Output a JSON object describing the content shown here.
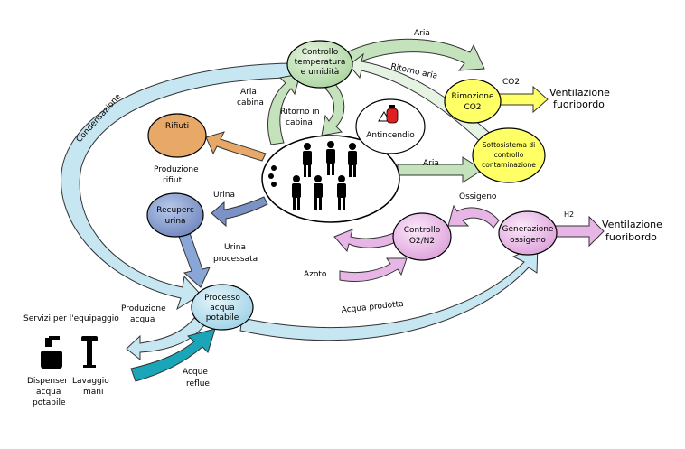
{
  "nodes": {
    "controllo_temperatura": [
      "Controllo",
      "temperatura",
      "e umidità"
    ],
    "rimozione_co2": [
      "Rimozione",
      "CO2"
    ],
    "sottosistema": [
      "Sottosistema di",
      "controllo",
      "contaminazione"
    ],
    "antincendio": "Antincendio",
    "rifiuti": "Rifiuti",
    "recupero_urina": [
      "Recuperc",
      "urina"
    ],
    "controllo_o2n2": [
      "Controllo",
      "O2/N2"
    ],
    "generazione_ossigeno": [
      "Generazione",
      "ossigeno"
    ],
    "processo_acqua": [
      "Processo",
      "acqua",
      "potabile"
    ]
  },
  "labels": {
    "aria_top": "Aria",
    "ritorno_aria": "Ritorno aria",
    "co2": "CO2",
    "ventilazione_1": [
      "Ventilazione",
      "fuoribordo"
    ],
    "aria_cabina": [
      "Aria",
      "cabina"
    ],
    "ritorno_cabina": [
      "Ritorno in",
      "cabina"
    ],
    "condensazione": "Condensazione",
    "produzione_rifiuti": [
      "Produzione",
      "rifiuti"
    ],
    "urina": "Urina",
    "urina_processata": [
      "Urina",
      "processata"
    ],
    "aria_mid": "Aria",
    "ossigeno": "Ossigeno",
    "h2": "H2",
    "ventilazione_2": [
      "Ventilazione",
      "fuoribordo"
    ],
    "azoto": "Azoto",
    "acqua_prodotta": "Acqua prodotta",
    "servizi": "Servizi per l'equipaggio",
    "produzione_acqua": [
      "Produzione",
      "acqua"
    ],
    "acque_reflue": [
      "Acque",
      "reflue"
    ],
    "dispenser": [
      "Dispenser",
      "acqua",
      "potabile"
    ],
    "lavaggio": [
      "Lavaggio",
      "mani"
    ]
  },
  "colors": {
    "blue_arrow": "#c6e6f2",
    "green_node": "#c4e2bc",
    "yellow_node": "#ffff66",
    "orange_node": "#e8a868",
    "urine_node": "#7a92c6",
    "pink_node": "#e8b6e6",
    "teal_arrow": "#1aa6b8"
  }
}
